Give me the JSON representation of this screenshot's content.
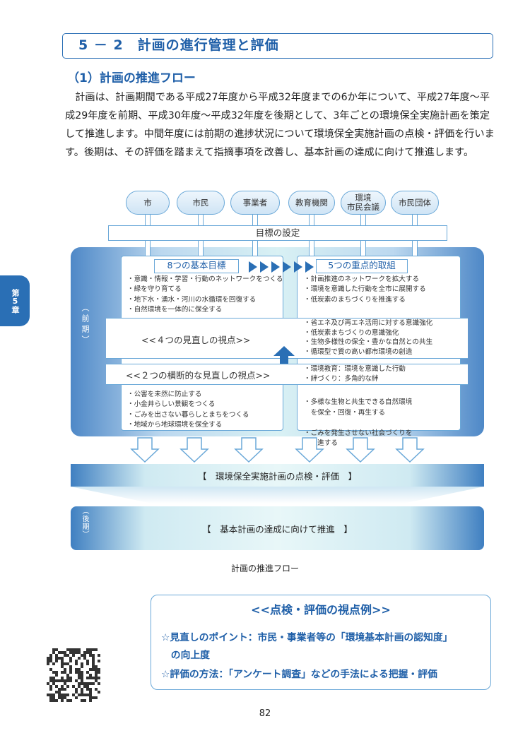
{
  "section_title": "5 － 2　計画の進行管理と評価",
  "sub_title": "（1）計画の推進フロー",
  "paragraph": "　計画は、計画期間である平成27年度から平成32年度までの6か年について、平成27年度～平成29年度を前期、平成30年度～平成32年度を後期として、3年ごとの環境保全実施計画を策定して推進します。中間年度には前期の進捗状況について環境保全実施計画の点検・評価を行います。後期は、その評価を踏まえて指摘事項を改善し、基本計画の達成に向けて推進します。",
  "chapter_tab": "第5章",
  "stakeholders": [
    "市",
    "市民",
    "事業者",
    "教育機関",
    "環境\n市民会議",
    "市民団体"
  ],
  "goal_setting": "目標の設定",
  "period_first": "（前期）",
  "period_second": "（後期）",
  "basic_goals": {
    "title": "8つの基本目標",
    "items_top": [
      "・意識・情報・学習・行動のネットワークをつくる",
      "・緑を守り育てる",
      "・地下水・湧水・河川の水循環を回復する",
      "・自然環境を一体的に保全する"
    ],
    "items_bottom": [
      "・公害を未然に防止する",
      "・小金井らしい景観をつくる",
      "・ごみを出さない暮らしとまちをつくる",
      "・地域から地球環境を保全する"
    ]
  },
  "priority": {
    "title": "5つの重点的取組",
    "items_top": [
      "・計画推進のネットワークを拡大する",
      "・環境を意識した行動を全市に展開する",
      "・低炭素のまちづくりを推進する"
    ],
    "items_bottom": [
      "・多様な生物と共生できる自然環境\n　を保全・回復・再生する",
      "・ごみを発生させない社会づくりを\n　推進する"
    ]
  },
  "four_views": {
    "label": "<<４つの見直しの視点>>",
    "items": [
      "・省エネ及び再エネ活用に対する意識強化",
      "・低炭素まちづくりの意識強化",
      "・生物多様性の保全・豊かな自然との共生",
      "・循環型で質の高い都市環境の創造"
    ]
  },
  "two_views": {
    "label": "<<２つの横断的な見直しの視点>>",
    "items": [
      "・環境教育：環境を意識した行動",
      "・絆づくり：多角的な絆"
    ]
  },
  "review_bar": "【　環境保全実施計画の点検・評価　】",
  "achieve_bar": "【　基本計画の達成に向けて推進　】",
  "figure_caption": "計画の推進フロー",
  "view_examples": {
    "title": "<<点検・評価の視点例>>",
    "line1": "☆見直しのポイント：市民・事業者等の「環境基本計画の認知度」",
    "line1b": "　の向上度",
    "line2": "☆評価の方法：「アンケート調査」などの手法による把握・評価"
  },
  "page_number": "82",
  "colors": {
    "accent": "#1f5fa8",
    "frame": "#6aa8d8"
  }
}
